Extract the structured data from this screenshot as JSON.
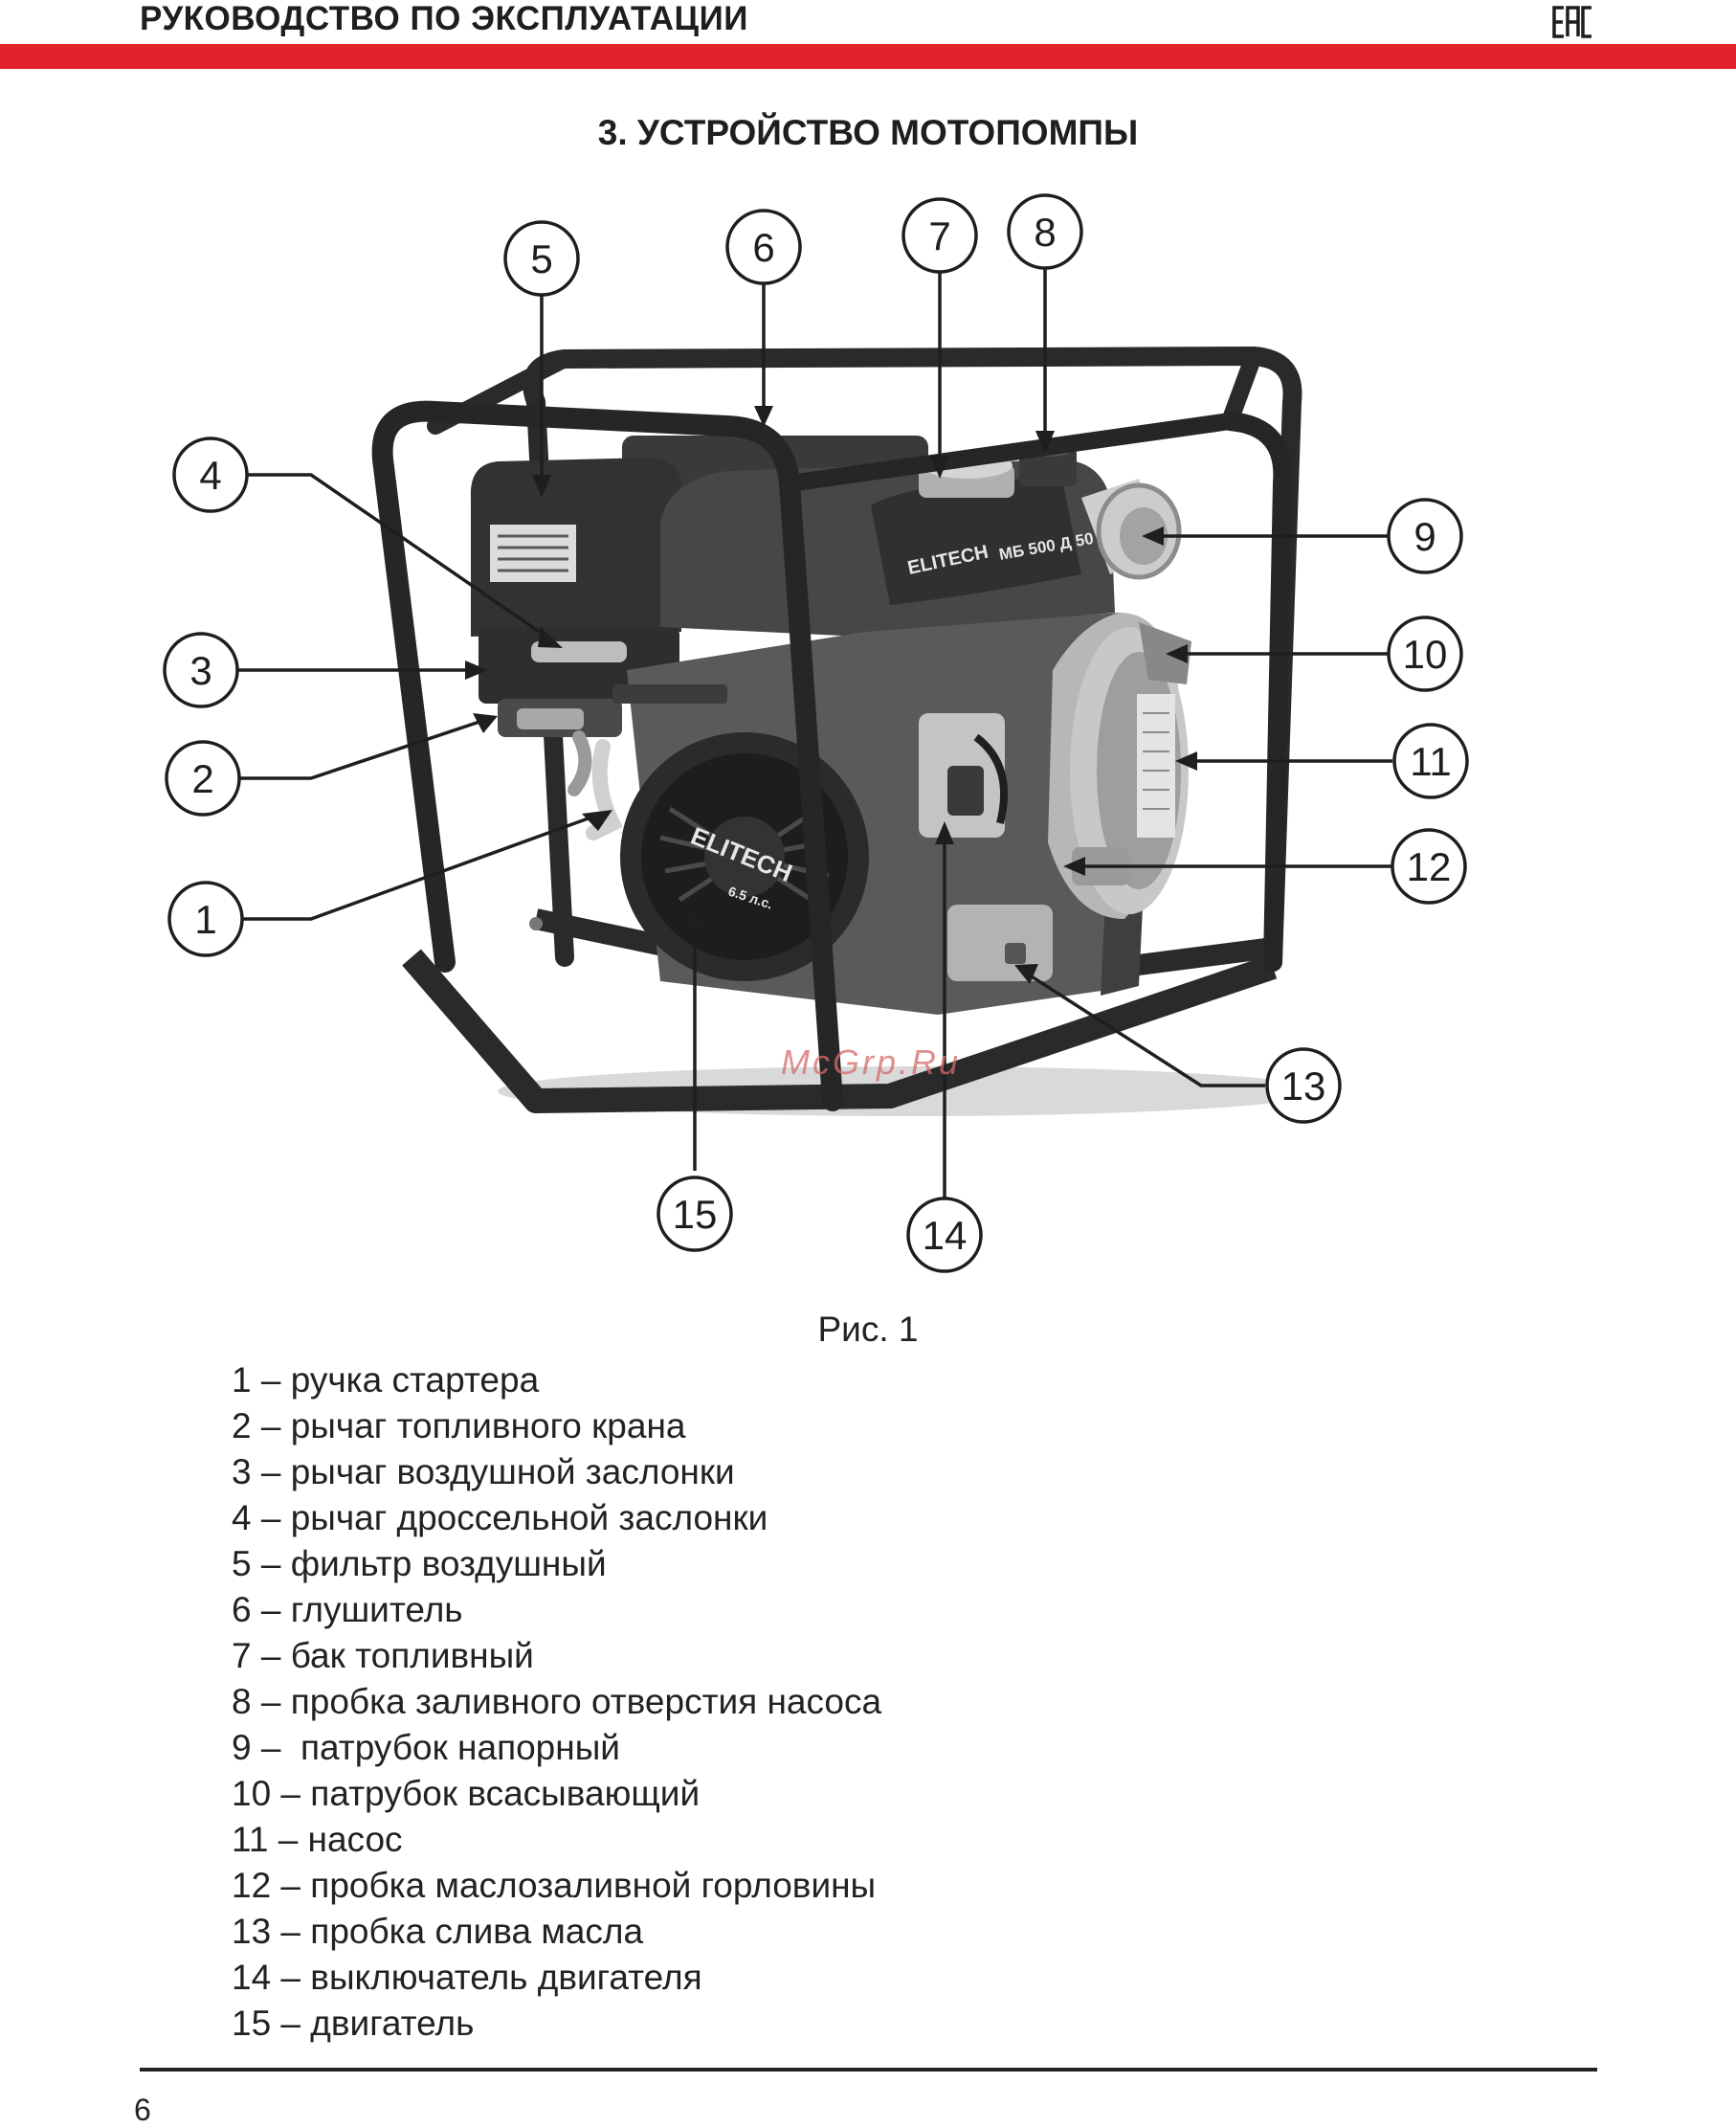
{
  "header": {
    "title": "РУКОВОДСТВО ПО ЭКСПЛУАТАЦИИ",
    "mark_icon": "eac-mark-icon",
    "bar_color": "#e3232c"
  },
  "section": {
    "title": "3. УСТРОЙСТВО МОТОПОМПЫ"
  },
  "figure": {
    "callouts": [
      "1",
      "2",
      "3",
      "4",
      "5",
      "6",
      "7",
      "8",
      "9",
      "10",
      "11",
      "12",
      "13",
      "14",
      "15"
    ],
    "brand_tank": "ELITECH",
    "model_label": "МБ 500 Д 50",
    "brand_starter": "ELITECH",
    "power_label": "6.5 л.с.",
    "watermark": "McGrp.Ru",
    "caption": "Рис. 1"
  },
  "legend": [
    "1 – ручка стартера",
    "2 – рычаг топливного крана",
    "3 – рычаг воздушной заслонки",
    "4 – рычаг дроссельной заслонки",
    "5 – фильтр воздушный",
    "6 – глушитель",
    "7 – бак топливный",
    "8 – пробка заливного отверстия насоса",
    "9 –  патрубок напорный",
    "10 – патрубок всасывающий",
    "11 – насос",
    "12 – пробка маслозаливной горловины",
    "13 – пробка слива масла",
    "14 – выключатель двигателя",
    "15 – двигатель"
  ],
  "footer": {
    "page_number": "6"
  }
}
